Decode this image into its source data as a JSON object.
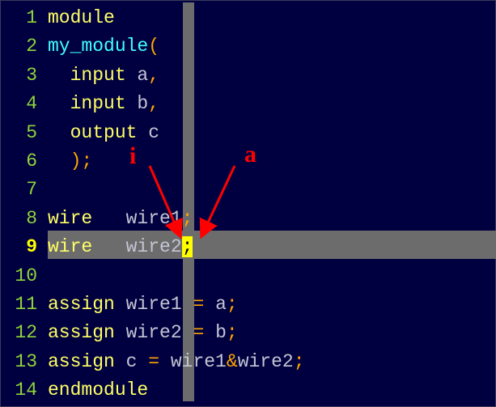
{
  "editor": {
    "current_line": 9,
    "lines": [
      {
        "n": "1",
        "tokens": [
          {
            "t": "module",
            "c": "kw"
          }
        ]
      },
      {
        "n": "2",
        "tokens": [
          {
            "t": "my_module",
            "c": "mod"
          },
          {
            "t": "(",
            "c": "pu"
          }
        ]
      },
      {
        "n": "3",
        "tokens": [
          {
            "t": "  input ",
            "c": "kw"
          },
          {
            "t": "a",
            "c": "id"
          },
          {
            "t": ",",
            "c": "pu"
          }
        ]
      },
      {
        "n": "4",
        "tokens": [
          {
            "t": "  input ",
            "c": "kw"
          },
          {
            "t": "b",
            "c": "id"
          },
          {
            "t": ",",
            "c": "pu"
          }
        ]
      },
      {
        "n": "5",
        "tokens": [
          {
            "t": "  output ",
            "c": "kw"
          },
          {
            "t": "c",
            "c": "id"
          }
        ]
      },
      {
        "n": "6",
        "tokens": [
          {
            "t": "  );",
            "c": "pu"
          }
        ]
      },
      {
        "n": "7",
        "tokens": []
      },
      {
        "n": "8",
        "tokens": [
          {
            "t": "wire   ",
            "c": "kw"
          },
          {
            "t": "wire1",
            "c": "id"
          },
          {
            "t": ";",
            "c": "pu"
          }
        ]
      },
      {
        "n": "9",
        "tokens": [
          {
            "t": "wire   ",
            "c": "kw"
          },
          {
            "t": "wire2",
            "c": "id"
          },
          {
            "t": ";",
            "c": "cursor"
          }
        ]
      },
      {
        "n": "10",
        "tokens": []
      },
      {
        "n": "11",
        "tokens": [
          {
            "t": "assign ",
            "c": "kw"
          },
          {
            "t": "wire1 ",
            "c": "id"
          },
          {
            "t": "=",
            "c": "pu"
          },
          {
            "t": " a",
            "c": "id"
          },
          {
            "t": ";",
            "c": "pu"
          }
        ]
      },
      {
        "n": "12",
        "tokens": [
          {
            "t": "assign ",
            "c": "kw"
          },
          {
            "t": "wire2 ",
            "c": "id"
          },
          {
            "t": "=",
            "c": "pu"
          },
          {
            "t": " b",
            "c": "id"
          },
          {
            "t": ";",
            "c": "pu"
          }
        ]
      },
      {
        "n": "13",
        "tokens": [
          {
            "t": "assign ",
            "c": "kw"
          },
          {
            "t": "c ",
            "c": "id"
          },
          {
            "t": "=",
            "c": "pu"
          },
          {
            "t": " wire1",
            "c": "id"
          },
          {
            "t": "&",
            "c": "pu"
          },
          {
            "t": "wire2",
            "c": "id"
          },
          {
            "t": ";",
            "c": "pu"
          }
        ]
      },
      {
        "n": "14",
        "tokens": [
          {
            "t": "endmodule",
            "c": "kw"
          }
        ]
      }
    ]
  },
  "annotations": {
    "insert_label": "i",
    "append_label": "a",
    "color": "#ff0000"
  }
}
